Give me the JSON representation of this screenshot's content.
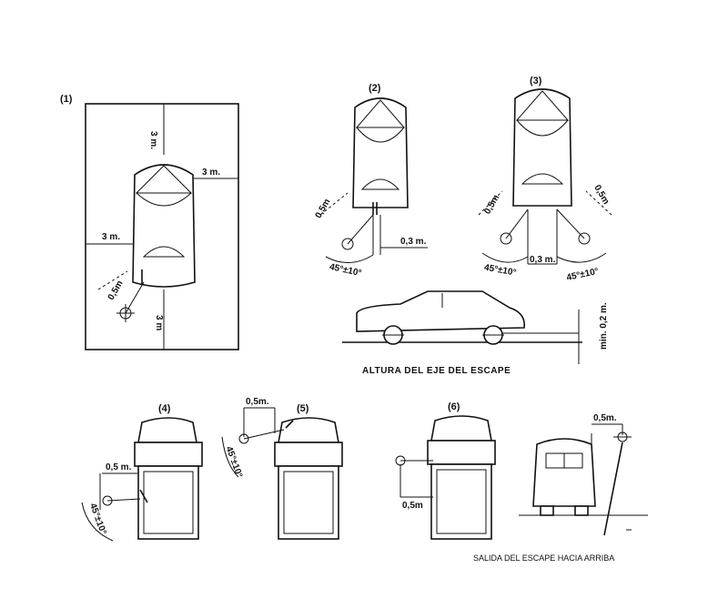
{
  "figures": {
    "f1": {
      "number": "(1)",
      "dim_top": "3 m.",
      "dim_right": "3 m.",
      "dim_left": "3 m.",
      "dim_bottom": "3 m",
      "offset": "0,5m"
    },
    "f2": {
      "number": "(2)",
      "offset": "0,5m",
      "lateral": "0,3 m.",
      "angle": "45°±10°"
    },
    "f3": {
      "number": "(3)",
      "offset_left": "0,5m",
      "offset_right": "0,5m",
      "center": "0,3 m.",
      "angle_left": "45°±10°",
      "angle_right": "45°±10°"
    },
    "f4": {
      "number": "(4)",
      "offset": "0,5 m.",
      "angle": "45°±10°"
    },
    "f5": {
      "number": "(5)",
      "offset": "0,5m.",
      "angle": "45°±10°"
    },
    "f6": {
      "number": "(6)",
      "offset": "0,5m"
    },
    "f7": {
      "offset": "0,5m."
    }
  },
  "side_view": {
    "caption": "ALTURA DEL EJE DEL ESCAPE",
    "min_height": "min. 0,2 m."
  },
  "bottom_caption": "SALIDA DEL ESCAPE HACIA ARRIBA",
  "colors": {
    "ink": "#111111",
    "paper": "#ffffff"
  }
}
